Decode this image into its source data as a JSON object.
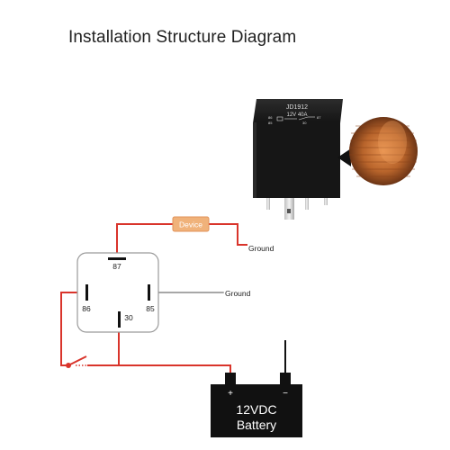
{
  "title": "Installation Structure Diagram",
  "relay_photo": {
    "model": "JD1912",
    "rating": "12V  40A",
    "pin_marks": [
      "86",
      "87",
      "85",
      "30"
    ]
  },
  "device_label": "Device",
  "ground_labels": [
    "Ground",
    "Ground"
  ],
  "relay_pins": {
    "p87": "87",
    "p86": "86",
    "p85": "85",
    "p30": "30"
  },
  "battery": {
    "voltage": "12VDC",
    "name": "Battery",
    "plus": "+",
    "minus": "−"
  },
  "colors": {
    "wire_red": "#d9342b",
    "wire_gray": "#8a8a8a",
    "device_fill": "#f0b27a",
    "coil": "#b8642b"
  }
}
